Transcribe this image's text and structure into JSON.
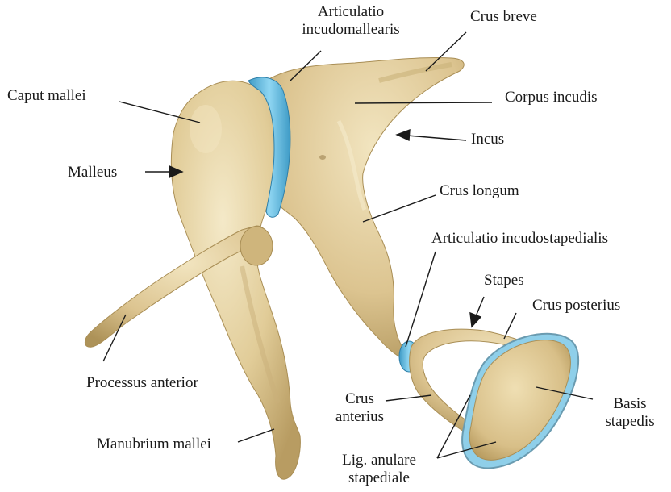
{
  "labels": {
    "articulatio_incudomallearis": [
      "Articulatio",
      "incudomallearis"
    ],
    "crus_breve": "Crus breve",
    "caput_mallei": "Caput mallei",
    "corpus_incudis": "Corpus incudis",
    "incus": "Incus",
    "malleus": "Malleus",
    "crus_longum": "Crus longum",
    "articulatio_incudostapedialis": "Articulatio incudostapedialis",
    "stapes": "Stapes",
    "crus_posterius": "Crus posterius",
    "processus_anterior": "Processus anterior",
    "crus_anterius": [
      "Crus",
      "anterius"
    ],
    "basis_stapedis": [
      "Basis",
      "stapedis"
    ],
    "manubrium_mallei": "Manubrium mallei",
    "lig_anulare_stapediale": [
      "Lig. anulare",
      "stapediale"
    ]
  },
  "colors": {
    "bone": "#e3cf9c",
    "bone_shadow": "#b79c63",
    "bone_highlight": "#f3e6c2",
    "joint_blue": "#74c8ea",
    "joint_blue_dark": "#3e9bc6",
    "line": "#1a1a1a"
  }
}
